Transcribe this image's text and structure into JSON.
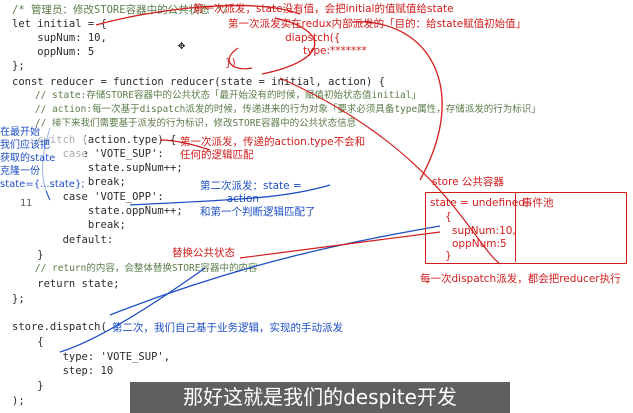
{
  "code": {
    "lines": [
      {
        "text": "/* 管理员：修改STORE容器中的公共状态 */",
        "kind": "cmt"
      },
      {
        "text": "let initial = {",
        "kind": "code"
      },
      {
        "text": "    supNum: 10,",
        "kind": "code"
      },
      {
        "text": "    oppNum: 5",
        "kind": "code"
      },
      {
        "text": "};",
        "kind": "code"
      },
      {
        "text": "const reducer = function reducer(state = initial, action) {",
        "kind": "code"
      },
      {
        "text": "    // state:存储STORE容器中的公共状态「最开始没有的时候，赋值初始状态值initial」",
        "kind": "cmt"
      },
      {
        "text": "    // action:每一次基于dispatch派发的时候，传递进来的行为对象「要求必须具备type属性，存储派发的行为标识」",
        "kind": "cmt"
      },
      {
        "text": "    // 接下来我们需要基于派发的行为标识，修改STORE容器中的公共状态信息",
        "kind": "cmt"
      },
      {
        "text": "    switch (action.type) {",
        "kind": "code"
      },
      {
        "text": "        case 'VOTE_SUP':",
        "kind": "code"
      },
      {
        "text": "            state.supNum++;",
        "kind": "code"
      },
      {
        "text": "            break;",
        "kind": "code"
      },
      {
        "text": "        case 'VOTE_OPP':",
        "kind": "code"
      },
      {
        "text": "            state.oppNum++;",
        "kind": "code"
      },
      {
        "text": "            break;",
        "kind": "code"
      },
      {
        "text": "        default:",
        "kind": "code"
      },
      {
        "text": "    }",
        "kind": "code"
      },
      {
        "text": "    // return的内容，会整体替换STORE容器中的内容",
        "kind": "cmt"
      },
      {
        "text": "    return state;",
        "kind": "code"
      },
      {
        "text": "};",
        "kind": "code"
      },
      {
        "text": "",
        "kind": "code"
      },
      {
        "text": "store.dispatch(",
        "kind": "code"
      },
      {
        "text": "    {",
        "kind": "code"
      },
      {
        "text": "        type: 'VOTE_SUP',",
        "kind": "code"
      },
      {
        "text": "        step: 10",
        "kind": "code"
      },
      {
        "text": "    }",
        "kind": "code"
      },
      {
        "text": ");",
        "kind": "code"
      }
    ],
    "gutter_number": "11"
  },
  "annotations": {
    "first_dispatch": "第一次派发，state没有值，会把initial的值赋值给state",
    "first_dispatch_goal": "第一次派发实在redux内部派发的「目的：给state赋值初始值」",
    "dispatch_label": "diapstch({",
    "type_label": "type:*******",
    "close_label": "})",
    "first_match": "第一次派发，传递的action.type不会和\n任何的逻辑匹配",
    "left_note": "在最开始\n我们应该把\n获取的state\n克隆一份\nstate={...state};",
    "second_dispatch": "第二次派发：state =\n        action\n和第一个判断逻辑匹配了",
    "replace_state": "替换公共状态",
    "second_manual": "第二次，我们自己基于业务逻辑，实现的手动派发",
    "store_title": "store 公共容器",
    "store_state": "state = undefined",
    "event_pool": "事件池",
    "store_obj_open": "{",
    "store_sup": "supNum:10,",
    "store_opp": "oppNum:5",
    "store_obj_close": "}",
    "reducer_exec": "每一次dispatch派发，都会把reducer执行"
  },
  "caption": "那好这就是我们的despite开发",
  "colors": {
    "red": "#d21c1c",
    "blue": "#1d4fc4",
    "comment": "#5b7d4a"
  }
}
